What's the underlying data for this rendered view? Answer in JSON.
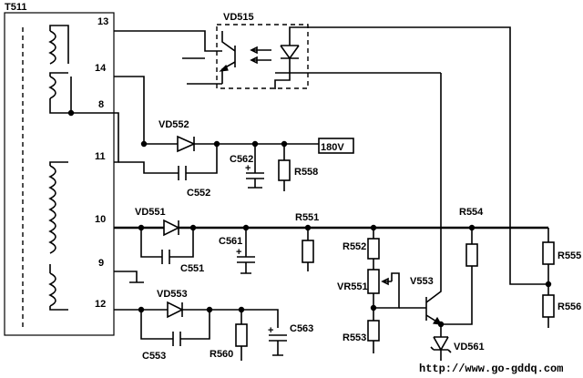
{
  "components": {
    "transformer": "T511",
    "optocoupler": "VD515",
    "diodes": {
      "vd552": "VD552",
      "vd551": "VD551",
      "vd553": "VD553",
      "vd561": "VD561"
    },
    "capacitors": {
      "c552": "C552",
      "c562": "C562",
      "c561": "C561",
      "c551": "C551",
      "c553": "C553",
      "c563": "C563"
    },
    "resistors": {
      "r558": "R558",
      "r551": "R551",
      "r552": "R552",
      "vr551": "VR551",
      "r553": "R553",
      "r554": "R554",
      "r555": "R555",
      "r556": "R556",
      "r560": "R560"
    },
    "transistor": "V553"
  },
  "pins": {
    "p13": "13",
    "p14": "14",
    "p8": "8",
    "p11": "11",
    "p10": "10",
    "p9": "9",
    "p12": "12"
  },
  "output_tag": "180V",
  "watermark": "http://www.go-gddq.com"
}
